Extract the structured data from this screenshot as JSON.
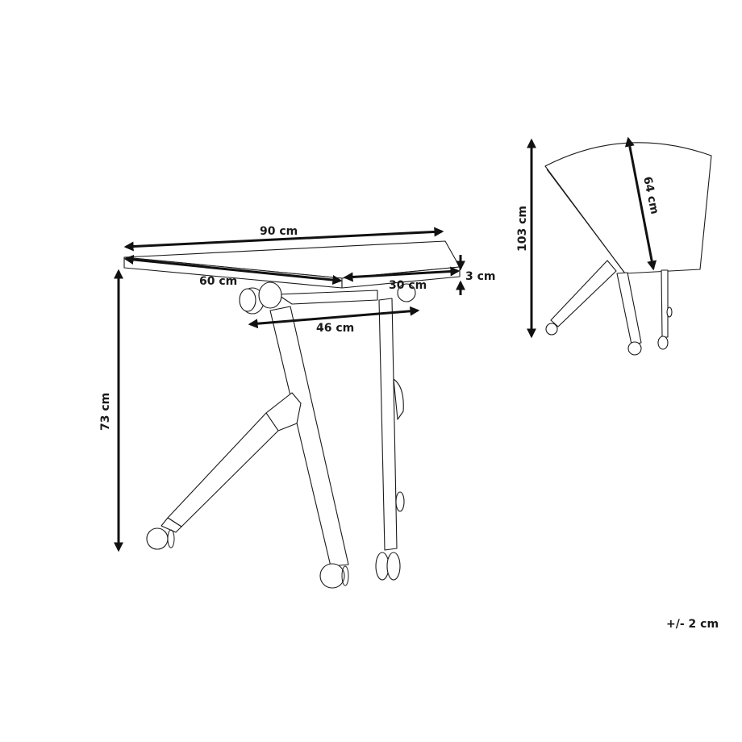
{
  "diagram": {
    "subject": "folding table on casters",
    "views": [
      {
        "name": "unfolded-table-view",
        "dimensions": {
          "width": "90 cm",
          "depth_left": "60 cm",
          "depth_right": "30 cm",
          "top_thickness": "3 cm",
          "leg_span": "46 cm",
          "height": "73 cm"
        }
      },
      {
        "name": "folded-table-view",
        "dimensions": {
          "folded_height": "103 cm",
          "top_depth": "64 cm"
        }
      }
    ],
    "tolerance": "+/- 2 cm",
    "colors": {
      "line": "#1a1a1a",
      "background": "#ffffff"
    }
  }
}
